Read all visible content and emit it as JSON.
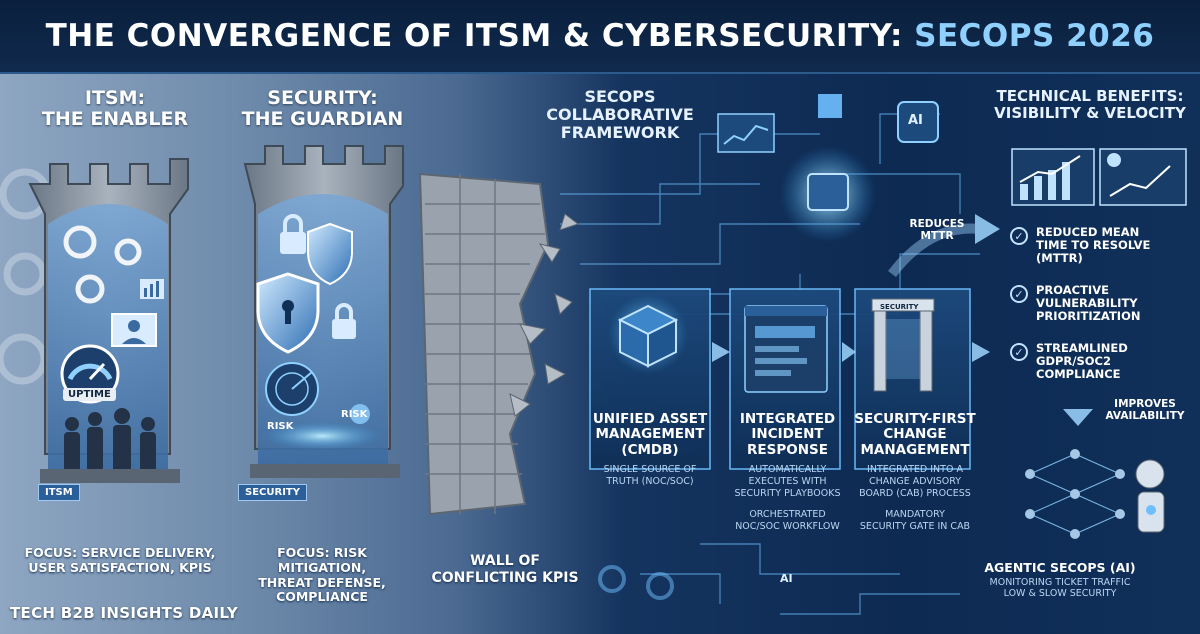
{
  "title": {
    "main": "THE CONVERGENCE OF ITSM & CYBERSECURITY:",
    "accent": "SECOPS 2026"
  },
  "itsm": {
    "heading": [
      "ITSM:",
      "THE ENABLER"
    ],
    "tag": "ITSM",
    "badge": "UPTIME",
    "focus": [
      "FOCUS: SERVICE DELIVERY,",
      "USER SATISFACTION, KPIs"
    ]
  },
  "security": {
    "heading": [
      "SECURITY:",
      "THE GUARDIAN"
    ],
    "tag": "SECURITY",
    "risk_labels": [
      "RISK",
      "RISK"
    ],
    "focus": [
      "FOCUS: RISK MITIGATION,",
      "THREAT DEFENSE,",
      "COMPLIANCE"
    ]
  },
  "wall": {
    "label": [
      "WALL OF",
      "CONFLICTING KPIs"
    ]
  },
  "framework": {
    "heading": [
      "SECOPS",
      "COLLABORATIVE",
      "FRAMEWORK"
    ],
    "ai_label": "AI",
    "ai_label_bottom": "AI",
    "gate_label": "SECURITY",
    "pillars": [
      {
        "title": [
          "UNIFIED ASSET",
          "MANAGEMENT",
          "(CMDB)"
        ],
        "desc": [
          "SINGLE SOURCE OF",
          "TRUTH (NOC/SOC)"
        ],
        "extra": []
      },
      {
        "title": [
          "INTEGRATED",
          "INCIDENT",
          "RESPONSE"
        ],
        "desc": [
          "AUTOMATICALLY",
          "EXECUTES WITH",
          "SECURITY PLAYBOOKS"
        ],
        "extra": [
          "ORCHESTRATED",
          "NOC/SOC WORKFLOW"
        ]
      },
      {
        "title": [
          "SECURITY-FIRST",
          "CHANGE",
          "MANAGEMENT"
        ],
        "desc": [
          "INTEGRATED INTO A",
          "CHANGE ADVISORY",
          "BOARD (CAB) PROCESS"
        ],
        "extra": [
          "MANDATORY",
          "SECURITY GATE IN CAB"
        ]
      }
    ],
    "flow_labels": {
      "reduces": [
        "REDUCES",
        "MTTR"
      ],
      "improves": [
        "IMPROVES",
        "AVAILABILITY"
      ]
    }
  },
  "benefits": {
    "heading": [
      "TECHNICAL BENEFITS:",
      "VISIBILITY & VELOCITY"
    ],
    "items": [
      [
        "REDUCED MEAN",
        "TIME TO RESOLVE",
        "(MTTR)"
      ],
      [
        "PROACTIVE",
        "VULNERABILITY",
        "PRIORITIZATION"
      ],
      [
        "STREAMLINED",
        "GDPR/SOC2",
        "COMPLIANCE"
      ]
    ]
  },
  "agentic": {
    "title": "AGENTIC SECOPS (AI)",
    "desc": [
      "MONITORING TICKET TRAFFIC",
      "LOW & SLOW SECURITY"
    ]
  },
  "footer": {
    "brand": "TECH B2B INSIGHTS DAILY"
  },
  "colors": {
    "navy": "#0b2140",
    "accent_blue": "#8fd0ff",
    "glow": "#7fd4ff",
    "stone": "#9aa3ad"
  }
}
